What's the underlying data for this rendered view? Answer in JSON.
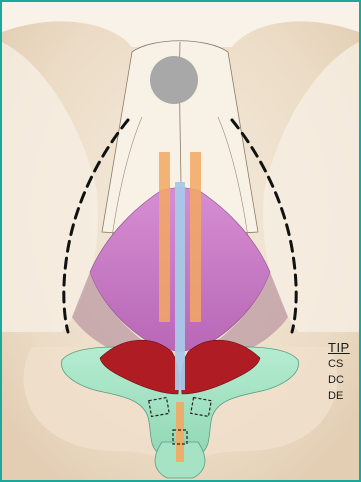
{
  "legend": {
    "title": "TIP",
    "items": [
      "CS",
      "DC",
      "DE"
    ]
  },
  "colors": {
    "frame": "#1aa89a",
    "skin": "#f0e4d3",
    "nasal_bone": "#f7efe3",
    "upper_lateral_cartilage": "#c978c4",
    "septum_strip": "#a9c8e8",
    "graft_strips": "#f3a861",
    "lower_lateral_cartilage": "#a6e3c4",
    "dome_crura": "#b01c24",
    "radix_marker": "#a8a8a8",
    "dashed_line": "#111111"
  },
  "icons": [
    "radix-marker-icon",
    "dashed-osteotomy-line-icon",
    "graft-strip-icon"
  ]
}
